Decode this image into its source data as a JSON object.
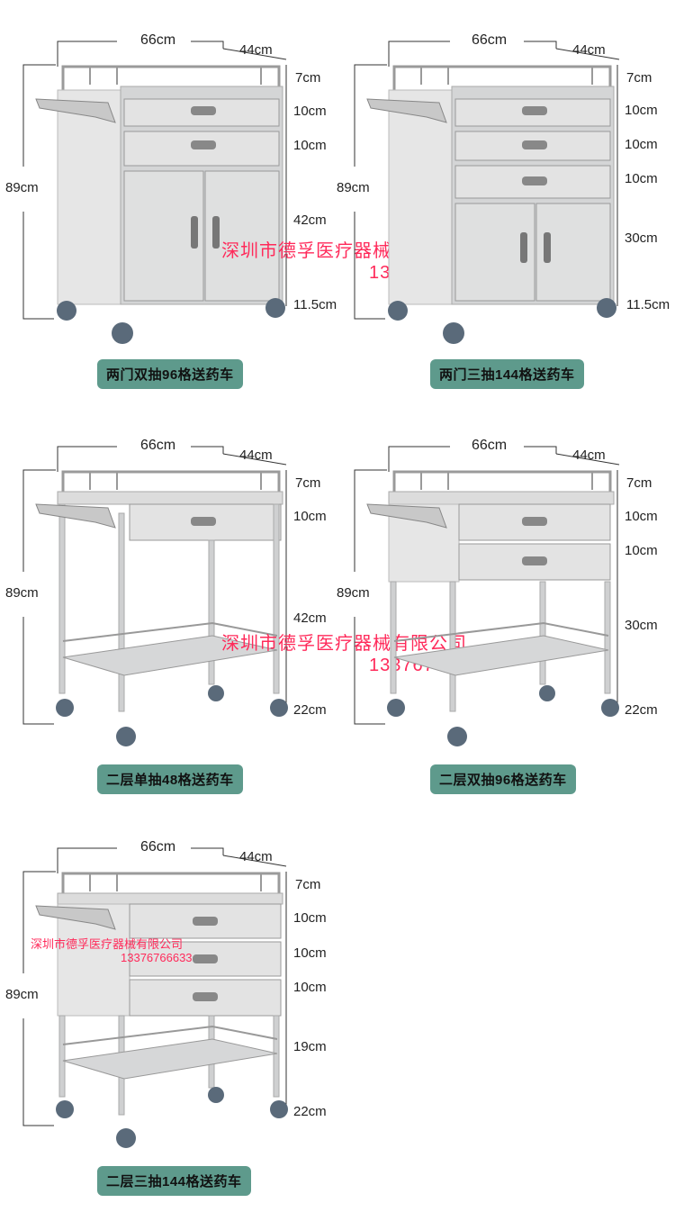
{
  "products": [
    {
      "name": "两门双抽96格送药车",
      "width": "66cm",
      "depth": "44cm",
      "height": "89cm",
      "segments": [
        "7cm",
        "10cm",
        "10cm",
        "42cm",
        "11.5cm"
      ],
      "watermark_company": "深圳市德孚医疗器械有限公司",
      "watermark_phone": "13376766633"
    },
    {
      "name": "两门三抽144格送药车",
      "width": "66cm",
      "depth": "44cm",
      "height": "89cm",
      "segments": [
        "7cm",
        "10cm",
        "10cm",
        "10cm",
        "30cm",
        "11.5cm"
      ]
    },
    {
      "name": "二层单抽48格送药车",
      "width": "66cm",
      "depth": "44cm",
      "height": "89cm",
      "segments": [
        "7cm",
        "10cm",
        "42cm",
        "22cm"
      ],
      "watermark_company": "深圳市德孚医疗器械有限公司",
      "watermark_phone": "13376766633"
    },
    {
      "name": "二层双抽96格送药车",
      "width": "66cm",
      "depth": "44cm",
      "height": "89cm",
      "segments": [
        "7cm",
        "10cm",
        "10cm",
        "30cm",
        "22cm"
      ]
    },
    {
      "name": "二层三抽144格送药车",
      "width": "66cm",
      "depth": "44cm",
      "height": "89cm",
      "segments": [
        "7cm",
        "10cm",
        "10cm",
        "10cm",
        "19cm",
        "22cm"
      ],
      "watermark_company": "深圳市德孚医疗器械有限公司",
      "watermark_phone": "13376766633"
    }
  ],
  "colors": {
    "label_bg": "#5e9a8c",
    "watermark": "#ff2a5a",
    "steel": "#d9dadb"
  }
}
